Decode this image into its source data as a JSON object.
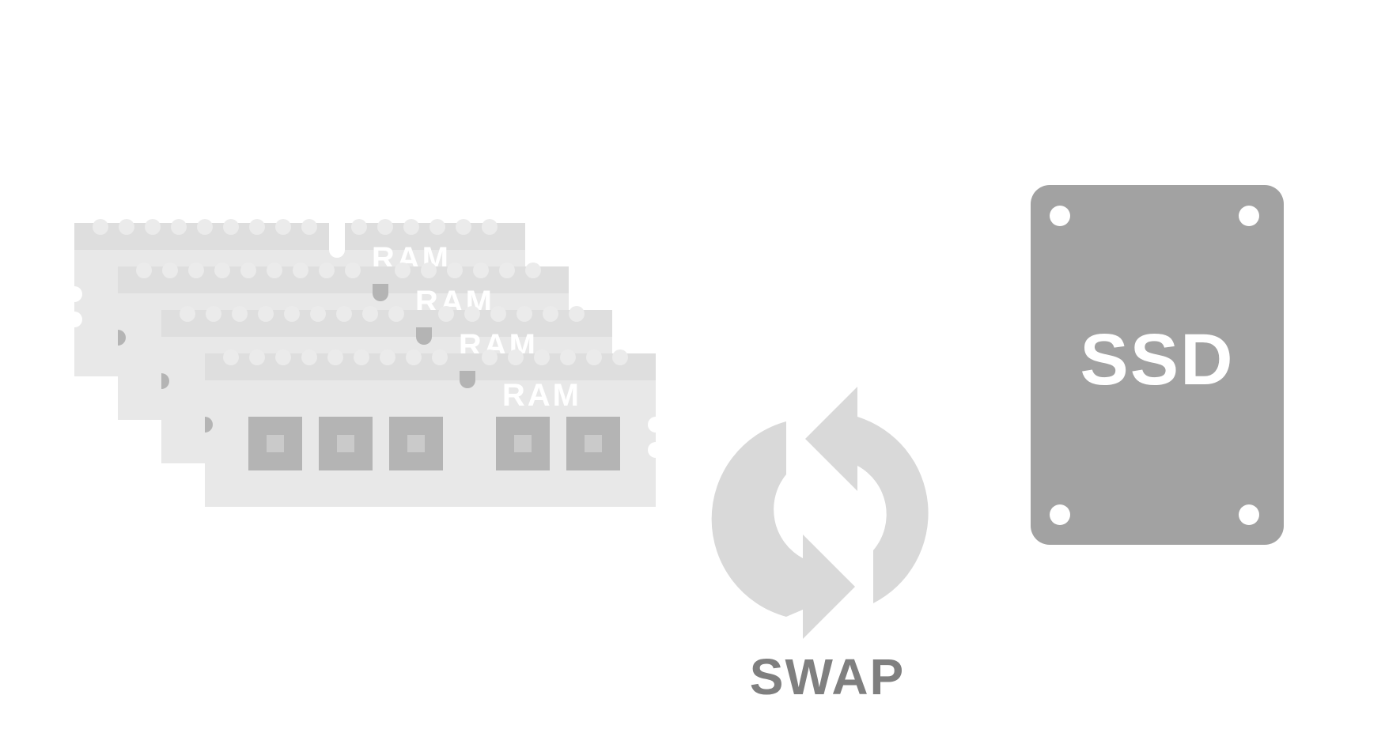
{
  "ram_modules": [
    {
      "label": "RAM"
    },
    {
      "label": "RAM"
    },
    {
      "label": "RAM"
    },
    {
      "label": "RAM"
    }
  ],
  "swap": {
    "label": "SWAP"
  },
  "ssd": {
    "label": "SSD"
  },
  "colors": {
    "ram_board": "#e8e8e8",
    "ram_top_band": "#dedede",
    "ram_chip_outer": "#b4b4b4",
    "ram_chip_inner": "#cacaca",
    "swap_arrows": "#d9d9d9",
    "swap_text": "#7f7f7f",
    "ssd_body": "#a2a2a2",
    "ssd_text": "#ffffff"
  }
}
